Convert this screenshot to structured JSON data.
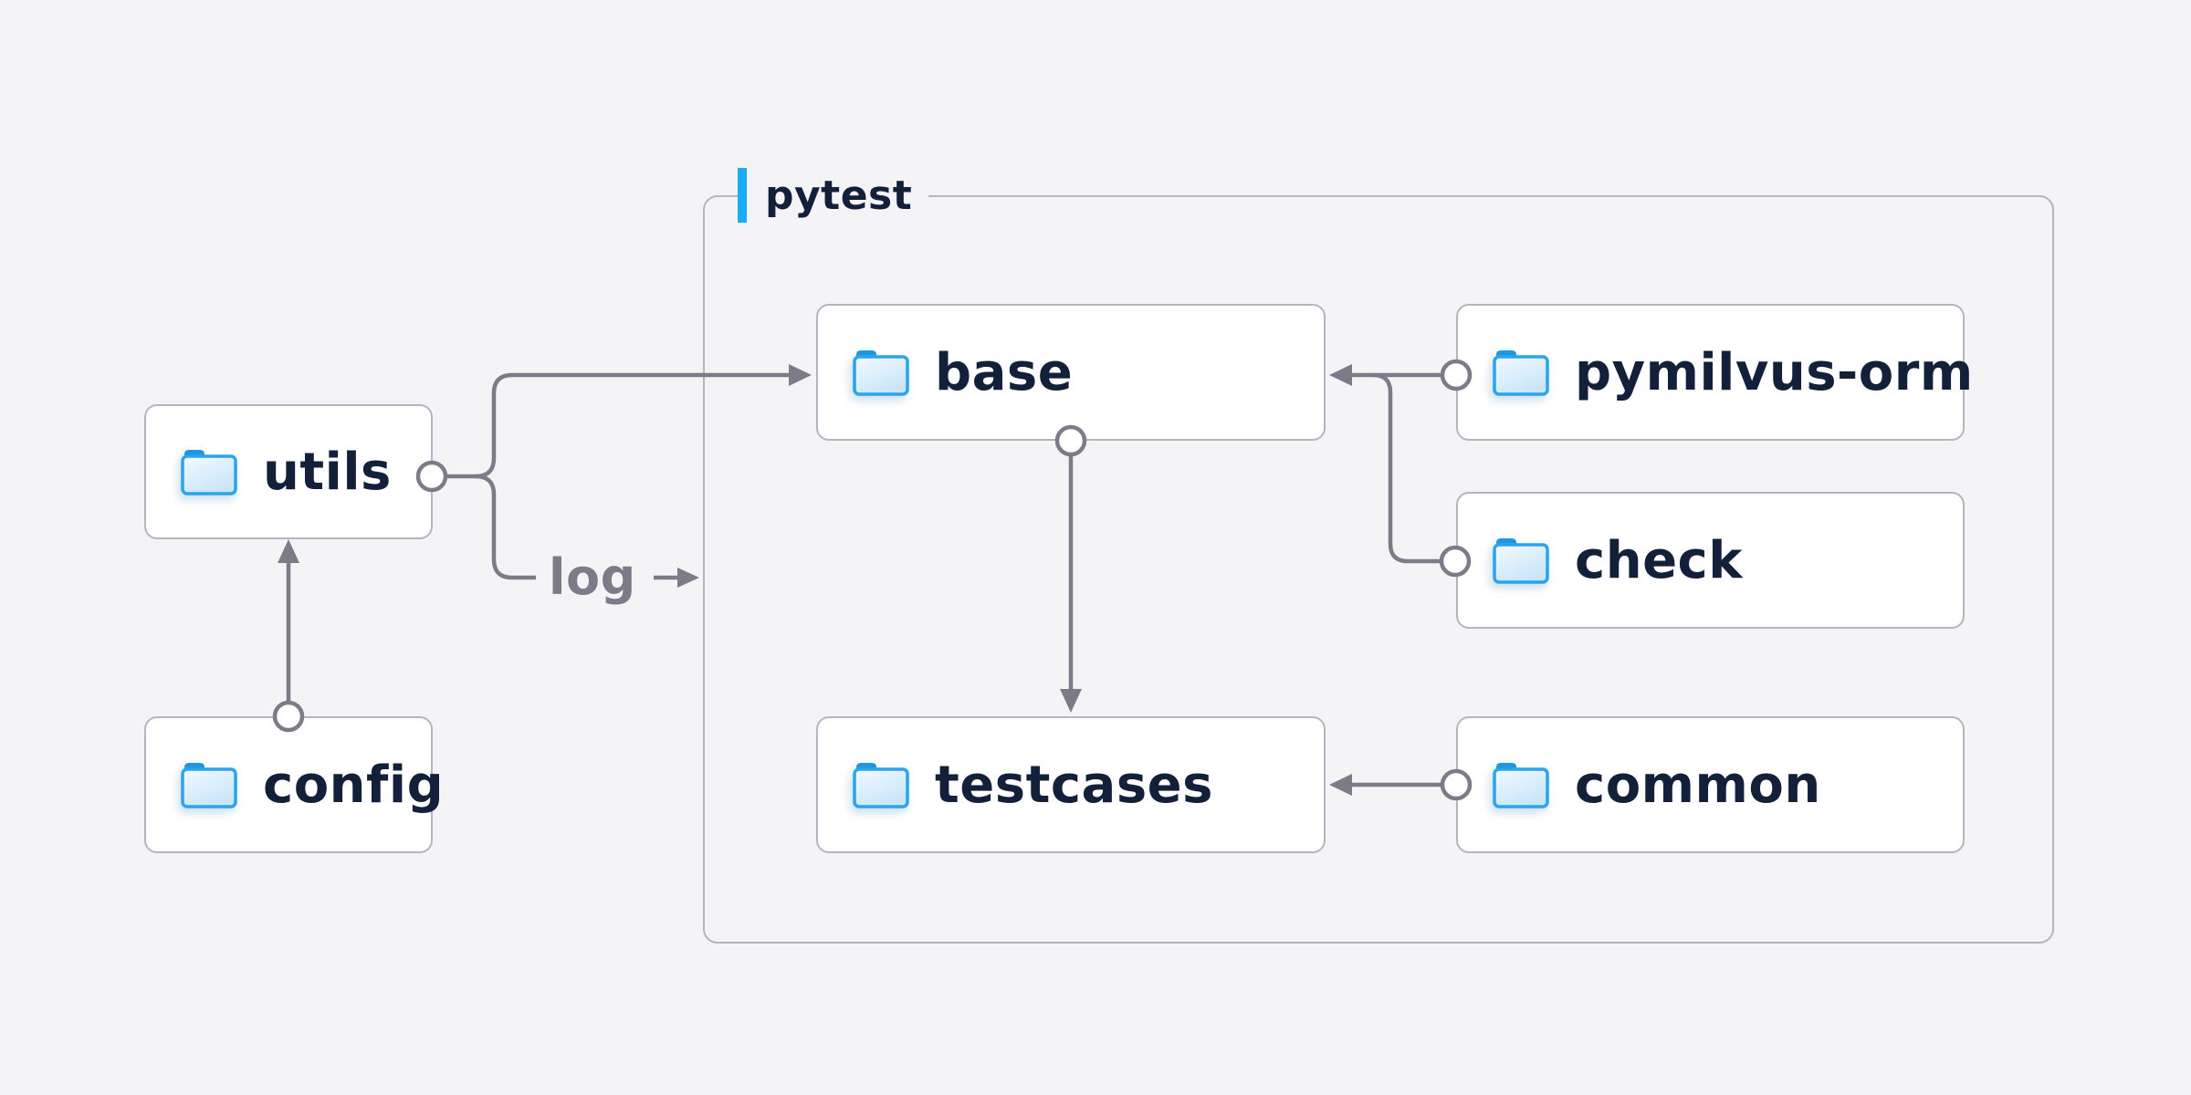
{
  "container": {
    "label": "pytest"
  },
  "nodes": {
    "utils": {
      "label": "utils"
    },
    "config": {
      "label": "config"
    },
    "base": {
      "label": "base"
    },
    "pymilvus_orm": {
      "label": "pymilvus-orm"
    },
    "check": {
      "label": "check"
    },
    "testcases": {
      "label": "testcases"
    },
    "common": {
      "label": "common"
    }
  },
  "edge_labels": {
    "log": "log"
  },
  "edges": [
    {
      "from": "config",
      "to": "utils",
      "type": "arrow"
    },
    {
      "from": "utils",
      "to": "base",
      "type": "arrow"
    },
    {
      "from": "utils",
      "to": "log",
      "type": "labeled-exit",
      "label": "log"
    },
    {
      "from": "pymilvus-orm",
      "to": "base",
      "type": "arrow"
    },
    {
      "from": "check",
      "to": "base",
      "type": "arrow-join"
    },
    {
      "from": "base",
      "to": "testcases",
      "type": "arrow"
    },
    {
      "from": "common",
      "to": "testcases",
      "type": "arrow"
    }
  ],
  "icons": {
    "node_icon": "folder-icon"
  },
  "colors": {
    "background": "#f4f4f6",
    "box_fill": "#ffffff",
    "box_border": "#b5b5c1",
    "connector": "#7c7c88",
    "text": "#13203a",
    "accent_bar": "#1badf4",
    "folder_stroke": "#2aa4ec",
    "folder_tab": "#1e96e0",
    "log_label": "#7c7c88"
  }
}
